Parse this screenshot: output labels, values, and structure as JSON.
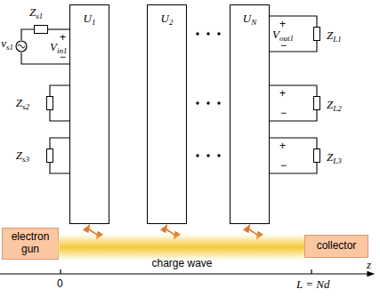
{
  "diagram": {
    "nodes": [
      {
        "text": [
          "U1"
        ]
      },
      {
        "text": [
          "U2"
        ]
      },
      {
        "text": [
          "UN"
        ]
      },
      {
        "text": [
          "vs1"
        ]
      },
      {
        "text": [
          "Zs1"
        ]
      },
      {
        "text": [
          "Zs2"
        ]
      },
      {
        "text": [
          "Zs3"
        ]
      },
      {
        "text": [
          "ZL1"
        ]
      },
      {
        "text": [
          "ZL2"
        ]
      },
      {
        "text": [
          "ZL3"
        ]
      },
      {
        "text": [
          "electron gun"
        ]
      },
      {
        "text": [
          "charge wave"
        ]
      },
      {
        "text": [
          "collector"
        ]
      }
    ],
    "edges": [
      {
        "from": 3,
        "to": 4,
        "arrow": "none"
      },
      {
        "from": 4,
        "to": 0,
        "arrow": "none"
      },
      {
        "from": 3,
        "to": 0,
        "arrow": "none"
      },
      {
        "from": 5,
        "to": 0,
        "arrow": "none"
      },
      {
        "from": 6,
        "to": 0,
        "arrow": "none"
      },
      {
        "from": 2,
        "to": 7,
        "arrow": "none"
      },
      {
        "from": 2,
        "to": 8,
        "arrow": "none"
      },
      {
        "from": 2,
        "to": 9,
        "arrow": "none"
      },
      {
        "from": 11,
        "to": 0,
        "arrow": "both"
      },
      {
        "from": 11,
        "to": 1,
        "arrow": "both"
      },
      {
        "from": 11,
        "to": 2,
        "arrow": "both"
      }
    ],
    "labels": [
      "+",
      "Vin1",
      "−",
      "+",
      "Vout1",
      "−",
      "+",
      "−",
      "+",
      "−",
      "z",
      "0",
      "L = Nd"
    ]
  }
}
